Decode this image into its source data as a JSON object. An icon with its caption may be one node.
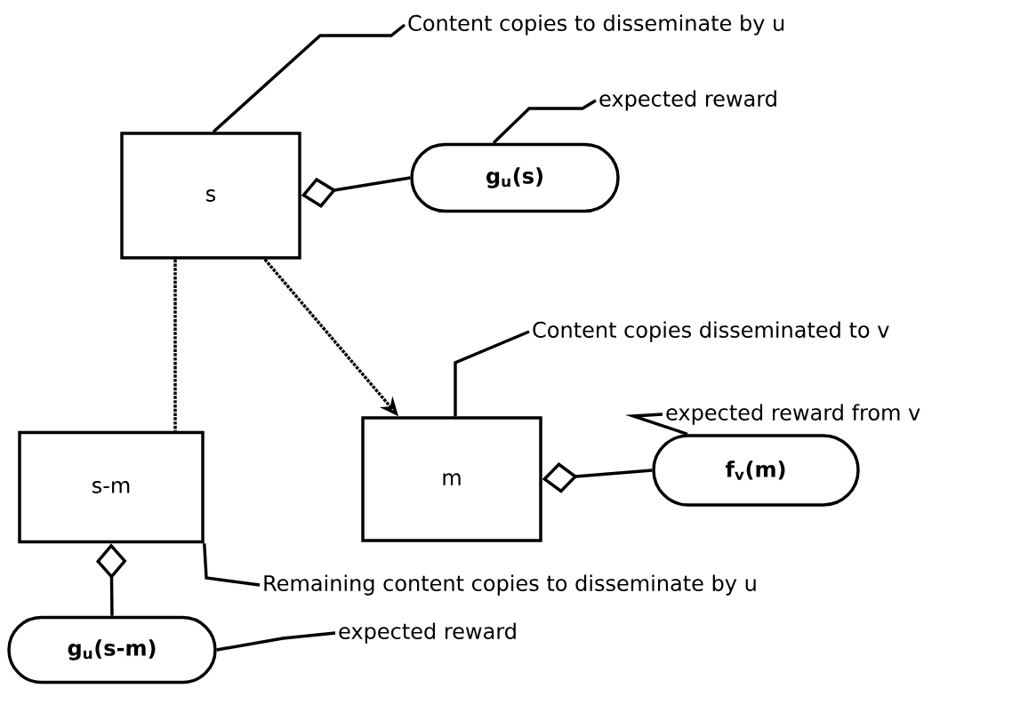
{
  "diagram": {
    "nodes": [
      {
        "text": [
          "s"
        ]
      },
      {
        "text": [
          "g$_{u}$(s)"
        ]
      },
      {
        "text": [
          "m"
        ]
      },
      {
        "text": [
          "f$_{v}$(m)"
        ]
      },
      {
        "text": [
          "s-m"
        ]
      },
      {
        "text": [
          "g$_{u}$(s-m)"
        ]
      },
      {
        "text": [
          "Content copies to disseminate by u"
        ]
      },
      {
        "text": [
          "expected reward"
        ]
      },
      {
        "text": [
          "Content copies disseminated to v"
        ]
      },
      {
        "text": [
          "expected reward from v"
        ]
      },
      {
        "text": [
          "Remaining content copies to disseminate by u"
        ]
      },
      {
        "text": [
          "expected reward"
        ]
      }
    ],
    "edges": [
      {
        "from": 0,
        "to": 1,
        "arrow": "other"
      },
      {
        "from": 2,
        "to": 3,
        "arrow": "other"
      },
      {
        "from": 4,
        "to": 5,
        "arrow": "other"
      },
      {
        "from": 0,
        "to": 2,
        "arrow": "to",
        "style": "dashed"
      },
      {
        "from": 0,
        "to": 4,
        "arrow": "none",
        "style": "dashed"
      },
      {
        "from": 6,
        "to": 0,
        "arrow": "none"
      },
      {
        "from": 7,
        "to": 1,
        "arrow": "none"
      },
      {
        "from": 8,
        "to": 2,
        "arrow": "none"
      },
      {
        "from": 9,
        "to": 3,
        "arrow": "none"
      },
      {
        "from": 10,
        "to": 4,
        "arrow": "none"
      },
      {
        "from": 11,
        "to": 5,
        "arrow": "none"
      }
    ]
  }
}
